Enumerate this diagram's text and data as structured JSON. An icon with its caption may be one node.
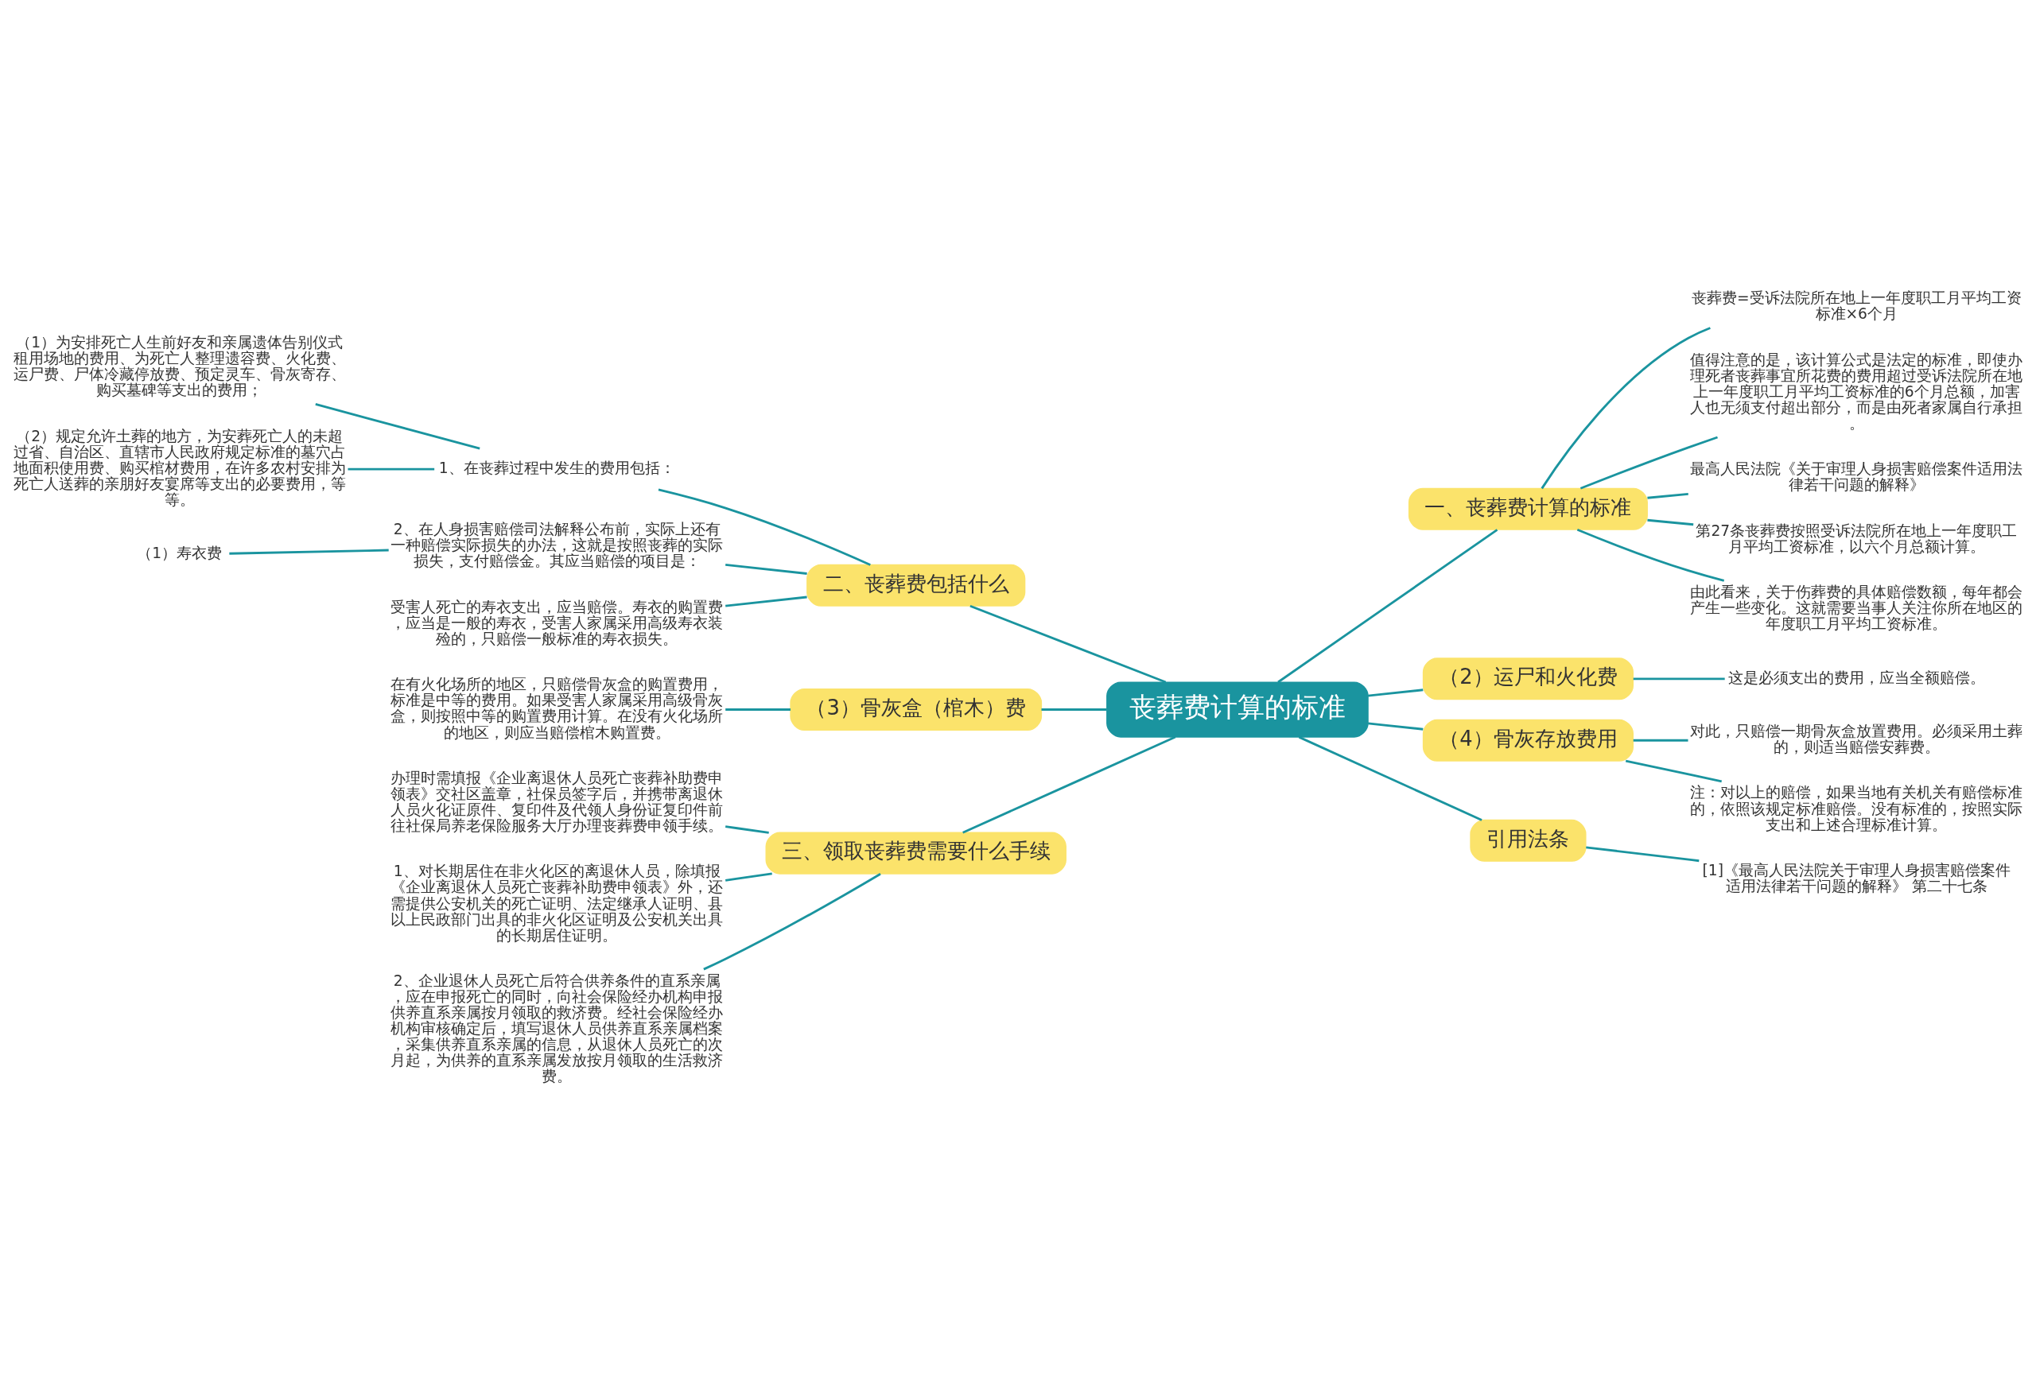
{
  "diagram": {
    "nodes": [
      {
        "text": [
          "丧葬费计算的标准"
        ]
      },
      {
        "text": [
          "二、丧葬费包括什么"
        ]
      },
      {
        "text": [
          "1、在丧葬过程中发生的费用包括："
        ]
      },
      {
        "text": [
          "（1）为安排死亡人生前好友和亲属遗体告别仪式租用场地的费用、为死亡人整理遗容费、火化费、运尸费、尸体冷藏停放费、预定灵车、骨灰寄存、购买墓碑等支出的费用；"
        ]
      },
      {
        "text": [
          "（2）规定允许土葬的地方，为安葬死亡人的未超过省、自治区、直辖市人民政府规定标准的墓穴占地面积使用费、购买棺材费用，在许多农村安排为死亡人送葬的亲朋好友宴席等支出的必要费用，等等。"
        ]
      },
      {
        "text": [
          "2、在人身损害赔偿司法解释公布前，实际上还有一种赔偿实际损失的办法，这就是按照丧葬的实际损失，支付赔偿金。其应当赔偿的项目是："
        ]
      },
      {
        "text": [
          "（1）寿衣费"
        ]
      },
      {
        "text": [
          "受害人死亡的寿衣支出，应当赔偿。寿衣的购置费，应当是一般的寿衣，受害人家属采用高级寿衣装殓的，只赔偿一般标准的寿衣损失。"
        ]
      },
      {
        "text": [
          "（3）骨灰盒（棺木）费"
        ]
      },
      {
        "text": [
          "在有火化场所的地区，只赔偿骨灰盒的购置费用，标准是中等的费用。如果受害人家属采用高级骨灰盒，则按照中等的购置费用计算。在没有火化场所的地区，则应当赔偿棺木购置费。"
        ]
      },
      {
        "text": [
          "三、领取丧葬费需要什么手续"
        ]
      },
      {
        "text": [
          "办理时需填报《企业离退休人员死亡丧葬补助费申领表》交社区盖章，社保员签字后，并携带离退休人员火化证原件、复印件及代领人身份证复印件前往社保局养老保险服务大厅办理丧葬费申领手续。"
        ]
      },
      {
        "text": [
          "1、对长期居住在非火化区的离退休人员，除填报《企业离退休人员死亡丧葬补助费申领表》外，还需提供公安机关的死亡证明、法定继承人证明、县以上民政部门出具的非火化区证明及公安机关出具的长期居住证明。"
        ]
      },
      {
        "text": [
          "2、企业退休人员死亡后符合供养条件的直系亲属，应在申报死亡的同时，向社会保险经办机构申报供养直系亲属按月领取的救济费。经社会保险经办机构审核确定后，填写退休人员供养直系亲属档案，采集供养直系亲属的信息，从退休人员死亡的次月起，为供养的直系亲属发放按月领取的生活救济费。"
        ]
      },
      {
        "text": [
          "一、丧葬费计算的标准"
        ]
      },
      {
        "text": [
          "丧葬费=受诉法院所在地上一年度职工月平均工资标准×6个月"
        ]
      },
      {
        "text": [
          "值得注意的是，该计算公式是法定的标准，即使办理死者丧葬事宜所花费的费用超过受诉法院所在地上一年度职工月平均工资标准的6个月总额，加害人也无须支付超出部分，而是由死者家属自行承担。"
        ]
      },
      {
        "text": [
          "最高人民法院《关于审理人身损害赔偿案件适用法律若干问题的解释》"
        ]
      },
      {
        "text": [
          "第27条丧葬费按照受诉法院所在地上一年度职工月平均工资标准，以六个月总额计算。"
        ]
      },
      {
        "text": [
          "由此看来，关于伤葬费的具体赔偿数额，每年都会产生一些变化。这就需要当事人关注你所在地区的年度职工月平均工资标准。"
        ]
      },
      {
        "text": [
          "（2）运尸和火化费"
        ]
      },
      {
        "text": [
          "这是必须支出的费用，应当全额赔偿。"
        ]
      },
      {
        "text": [
          "（4）骨灰存放费用"
        ]
      },
      {
        "text": [
          "对此，只赔偿一期骨灰盒放置费用。必须采用土葬的，则适当赔偿安葬费。"
        ]
      },
      {
        "text": [
          "注：对以上的赔偿，如果当地有关机关有赔偿标准的，依照该规定标准赔偿。没有标准的，按照实际支出和上述合理标准计算。"
        ]
      },
      {
        "text": [
          "引用法条"
        ]
      },
      {
        "text": [
          "[1]《最高人民法院关于审理人身损害赔偿案件适用法律若干问题的解释》 第二十七条"
        ]
      }
    ],
    "edges": [
      {
        "from": 1,
        "to": 0,
        "arrow": "none"
      },
      {
        "from": 2,
        "to": 1,
        "arrow": "none"
      },
      {
        "from": 3,
        "to": 2,
        "arrow": "none"
      },
      {
        "from": 4,
        "to": 2,
        "arrow": "none"
      },
      {
        "from": 5,
        "to": 1,
        "arrow": "none"
      },
      {
        "from": 6,
        "to": 5,
        "arrow": "none"
      },
      {
        "from": 7,
        "to": 1,
        "arrow": "none"
      },
      {
        "from": 8,
        "to": 0,
        "arrow": "none"
      },
      {
        "from": 9,
        "to": 8,
        "arrow": "none"
      },
      {
        "from": 10,
        "to": 0,
        "arrow": "none"
      },
      {
        "from": 11,
        "to": 10,
        "arrow": "none"
      },
      {
        "from": 12,
        "to": 10,
        "arrow": "none"
      },
      {
        "from": 13,
        "to": 10,
        "arrow": "none"
      },
      {
        "from": 0,
        "to": 14,
        "arrow": "none"
      },
      {
        "from": 14,
        "to": 15,
        "arrow": "none"
      },
      {
        "from": 14,
        "to": 16,
        "arrow": "none"
      },
      {
        "from": 14,
        "to": 17,
        "arrow": "none"
      },
      {
        "from": 14,
        "to": 18,
        "arrow": "none"
      },
      {
        "from": 14,
        "to": 19,
        "arrow": "none"
      },
      {
        "from": 0,
        "to": 20,
        "arrow": "none"
      },
      {
        "from": 20,
        "to": 21,
        "arrow": "none"
      },
      {
        "from": 0,
        "to": 22,
        "arrow": "none"
      },
      {
        "from": 22,
        "to": 23,
        "arrow": "none"
      },
      {
        "from": 22,
        "to": 24,
        "arrow": "none"
      },
      {
        "from": 0,
        "to": 25,
        "arrow": "none"
      },
      {
        "from": 25,
        "to": 26,
        "arrow": "none"
      }
    ]
  }
}
